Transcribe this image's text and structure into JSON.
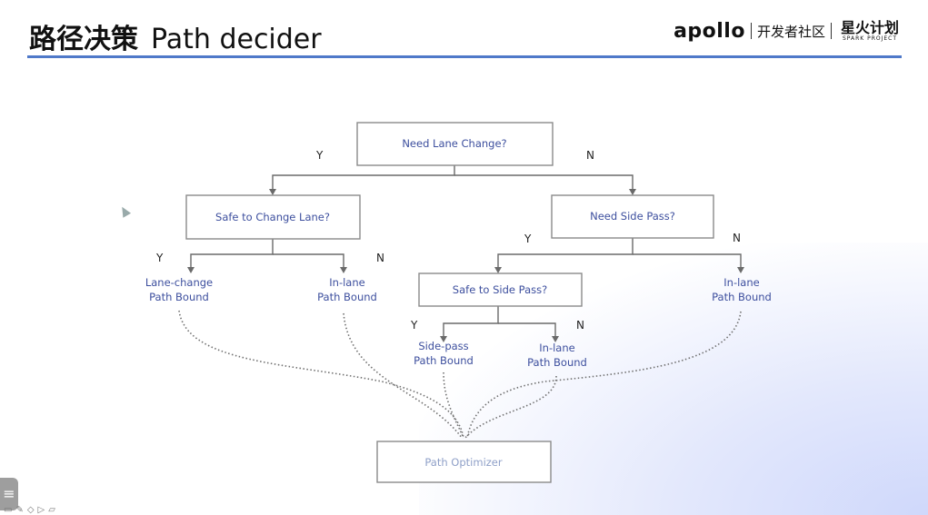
{
  "header": {
    "title_zh": "路径决策",
    "title_en": "Path decider",
    "brand": {
      "logo": "apollo",
      "community": "开发者社区",
      "spark_zh": "星火计划",
      "spark_en": "SPARK PROJECT"
    }
  },
  "nodes": {
    "need_lane_change": "Need Lane Change?",
    "safe_change_lane": "Safe to Change Lane?",
    "need_side_pass": "Need Side Pass?",
    "safe_side_pass": "Safe to Side Pass?",
    "lane_change_bound": [
      "Lane-change",
      "Path Bound"
    ],
    "inlane_bound_1": [
      "In-lane",
      "Path Bound"
    ],
    "inlane_bound_2": [
      "In-lane",
      "Path Bound"
    ],
    "sidepass_bound": [
      "Side-pass",
      "Path Bound"
    ],
    "inlane_bound_3": [
      "In-lane",
      "Path Bound"
    ],
    "path_optimizer": "Path Optimizer"
  },
  "labels": {
    "yes": "Y",
    "no": "N"
  },
  "icons": {
    "cursor": "mouse-cursor-icon",
    "side_tab": "menu-icon",
    "toolbar": "toolbar-icons"
  },
  "colors": {
    "accent_rule": "#4f79c9",
    "node_text": "#3d4f9e",
    "optimizer_text": "#8fa0c8"
  }
}
